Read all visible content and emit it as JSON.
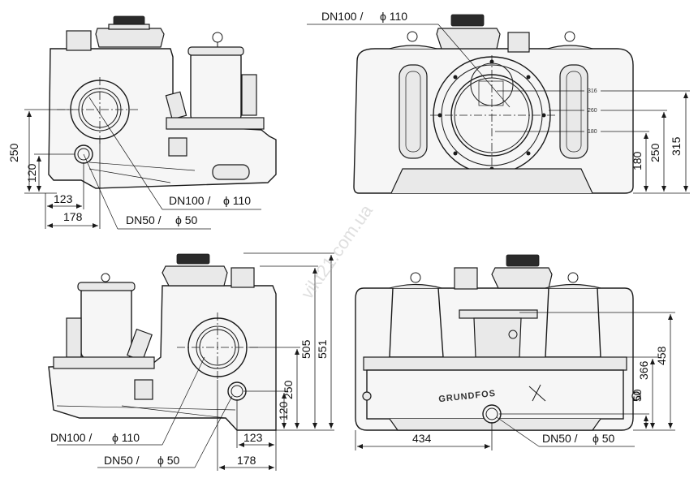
{
  "views": {
    "top_left": {
      "labels": {
        "dn100": "DN100 /",
        "phi110": "ϕ 110",
        "dn50": "DN50 /",
        "phi50": "ϕ 50"
      },
      "dims": {
        "d250": "250",
        "d120": "120",
        "d123": "123",
        "d178": "178"
      }
    },
    "top_right": {
      "labels": {
        "dn100": "DN100 /",
        "phi110": "ϕ 110"
      },
      "small_marks": {
        "m1": "316",
        "m2": "260",
        "m3": "180"
      },
      "dims": {
        "d315": "315",
        "d250": "250",
        "d180": "180"
      }
    },
    "bottom_left": {
      "labels": {
        "dn100": "DN100 /",
        "phi110": "ϕ 110",
        "dn50": "DN50 /",
        "phi50": "ϕ 50"
      },
      "dims": {
        "d551": "551",
        "d505": "505",
        "d250": "250",
        "d120": "120",
        "d123": "123",
        "d178": "178"
      }
    },
    "bottom_right": {
      "brand": "GRUNDFOS",
      "labels": {
        "dn50": "DN50 /",
        "phi50": "ϕ 50"
      },
      "dims": {
        "d458": "458",
        "d366": "366",
        "d50": "50",
        "d434": "434"
      }
    }
  },
  "watermark": "vikt21.com.ua"
}
